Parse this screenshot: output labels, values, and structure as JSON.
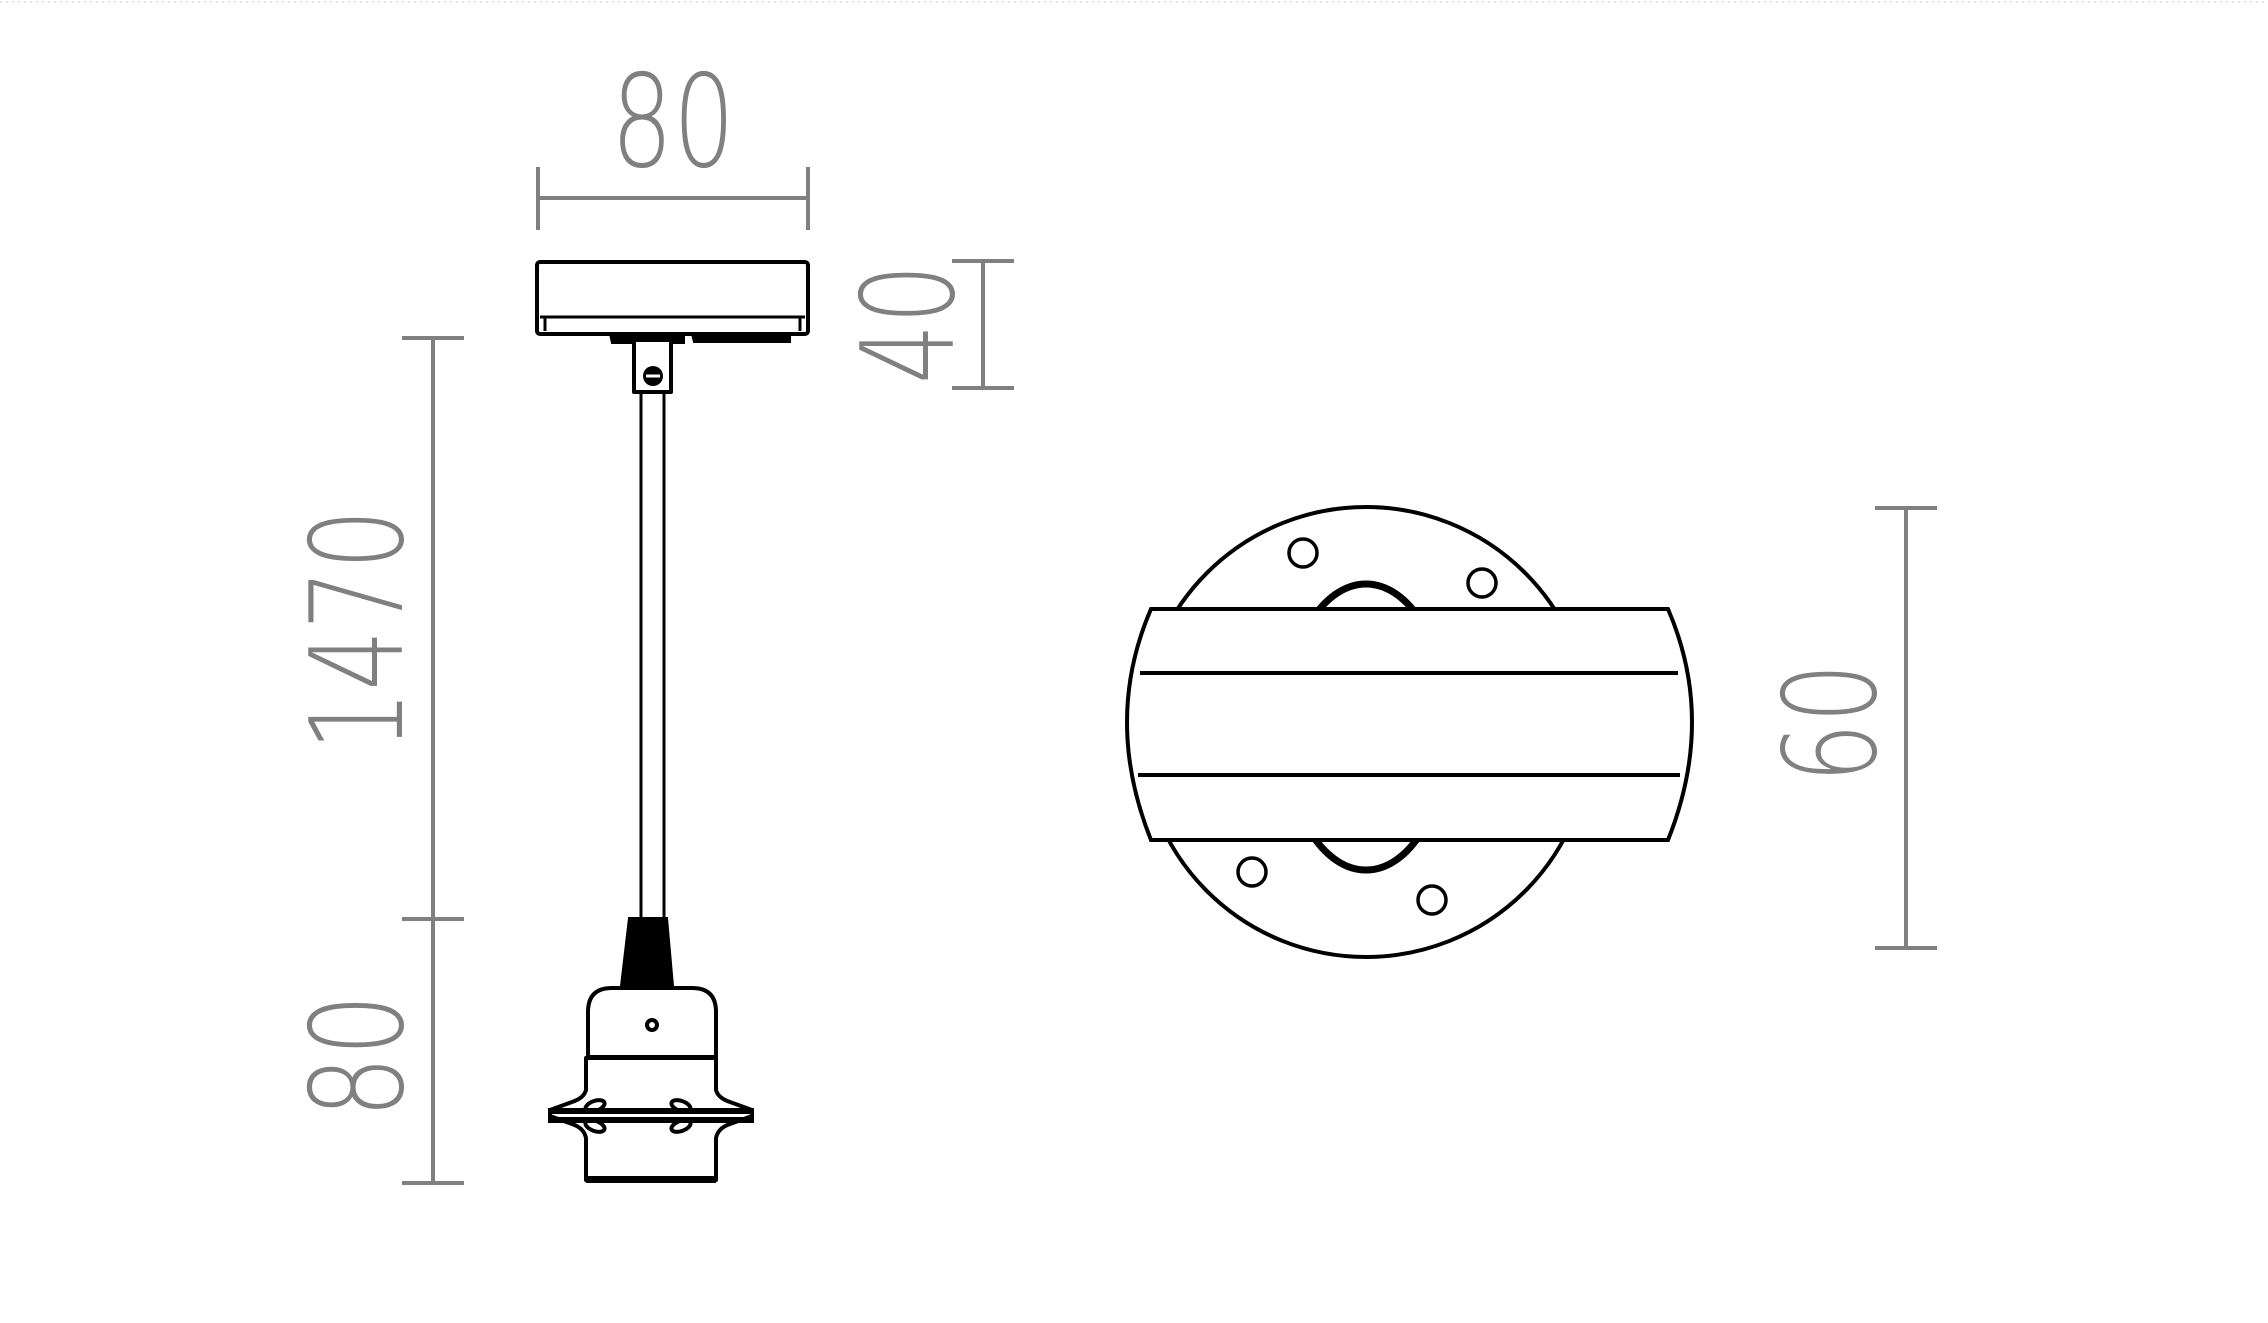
{
  "drawing": {
    "type": "technical dimension drawing",
    "subject": "pendant lamp with ceiling canopy, cable and E27 socket; wall/ceiling mount top view",
    "line_color": "#000000",
    "dimension_color": "#808080",
    "background": "#ffffff"
  },
  "dimensions": {
    "canopy_width": {
      "label": "80",
      "orientation": "horizontal"
    },
    "canopy_height": {
      "label": "40",
      "orientation": "vertical"
    },
    "cable_length": {
      "label": "1470",
      "orientation": "vertical"
    },
    "socket_height": {
      "label": "80",
      "orientation": "vertical"
    },
    "mount_depth": {
      "label": "60",
      "orientation": "vertical"
    }
  },
  "views": [
    {
      "name": "side-view",
      "parts": [
        "canopy",
        "cable-clamp",
        "cable",
        "strain-relief",
        "socket"
      ]
    },
    {
      "name": "top-view",
      "parts": [
        "round-base-plate",
        "mounting-holes",
        "center-ring",
        "bracket-band"
      ]
    }
  ]
}
